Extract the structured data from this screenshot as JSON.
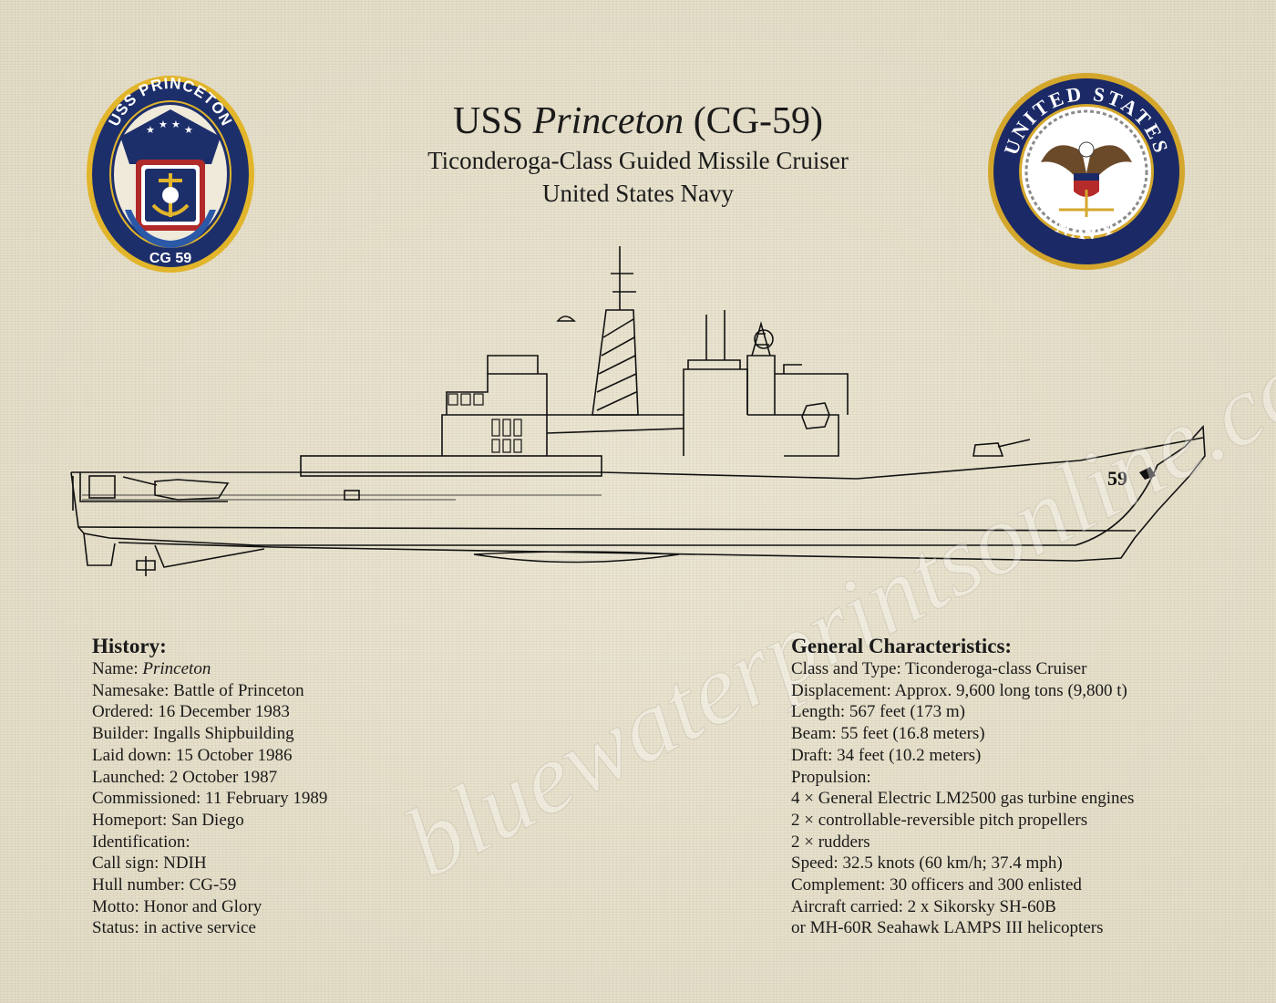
{
  "header": {
    "title_prefix": "USS ",
    "title_italic": "Princeton",
    "title_suffix": " (CG-59)",
    "subtitle": "Ticonderoga-Class Guided Missile Cruiser",
    "subtitle2": "United States Navy"
  },
  "crest": {
    "top_text": "USS PRINCETON",
    "motto": "HONOR AND GLORY",
    "bottom_text": "CG 59",
    "colors": {
      "navy": "#1d2f6b",
      "gold": "#e2b52a",
      "red": "#b02a2a"
    }
  },
  "navy_seal": {
    "top_text": "UNITED STATES",
    "bottom_text": "NAVY",
    "colors": {
      "navy": "#1b2a66",
      "gold": "#d4a72c"
    }
  },
  "ship": {
    "hull_number": "59"
  },
  "watermark": {
    "text": "bluewaterprintsonline.com"
  },
  "history": {
    "heading": "History:",
    "name_label": "Name: ",
    "name_value": "Princeton",
    "lines": [
      "Namesake: Battle of  Princeton",
      "Ordered: 16 December 1983",
      "Builder:  Ingalls Shipbuilding",
      "Laid down: 15 October 1986",
      "Launched:  2 October 1987",
      "Commissioned: 11 February 1989",
      "Homeport: San Diego",
      "Identification:",
      "Call sign: NDIH",
      "Hull number: CG-59",
      "Motto:  Honor and Glory",
      "Status:  in active service"
    ]
  },
  "characteristics": {
    "heading": "General Characteristics:",
    "lines": [
      "Class and Type: Ticonderoga-class Cruiser",
      "Displacement:  Approx. 9,600 long tons (9,800 t)",
      "Length:  567 feet (173 m)",
      "Beam:  55 feet (16.8 meters)",
      "Draft:  34 feet (10.2 meters)",
      "Propulsion:",
      "4 × General Electric LM2500 gas turbine engines",
      "2 × controllable-reversible pitch propellers",
      "2 × rudders",
      "Speed: 32.5 knots (60 km/h; 37.4 mph)",
      "Complement:  30 officers and 300 enlisted",
      "Aircraft carried: 2 x Sikorsky SH-60B",
      "or MH-60R Seahawk LAMPS III helicopters"
    ]
  }
}
